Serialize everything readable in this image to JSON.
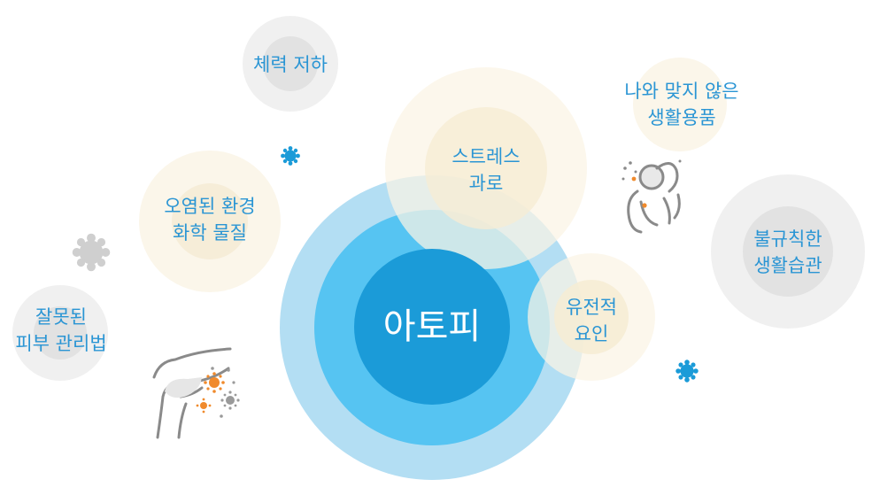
{
  "center": {
    "label": "아토피"
  },
  "factors": {
    "stamina": {
      "line1": "체력 저하"
    },
    "products": {
      "line1": "나와 맞지 않은",
      "line2": "생활용품"
    },
    "stress": {
      "line1": "스트레스",
      "line2": "과로"
    },
    "pollution": {
      "line1": "오염된 환경",
      "line2": "화학 물질"
    },
    "habits": {
      "line1": "불규칙한",
      "line2": "생활습관"
    },
    "genetics": {
      "line1": "유전적",
      "line2": "요인"
    },
    "skincare": {
      "line1": "잘못된",
      "line2": "피부 관리법"
    }
  },
  "colors": {
    "blue_outer": "#b3def3",
    "blue_mid": "#56c4f2",
    "blue_inner": "#1b9bd8",
    "beige_outer": "#fbf6ea",
    "beige_inner": "#f6edd8",
    "gray_outer": "#f0f0f0",
    "gray_inner": "#e2e2e2",
    "text_blue": "#2a95d4",
    "text_dark": "#2b3d6b",
    "orange": "#f08a2c"
  },
  "icons": [
    "virus-icon-blue",
    "virus-icon-gray",
    "scratching-neck-icon",
    "scratching-arm-icon"
  ]
}
